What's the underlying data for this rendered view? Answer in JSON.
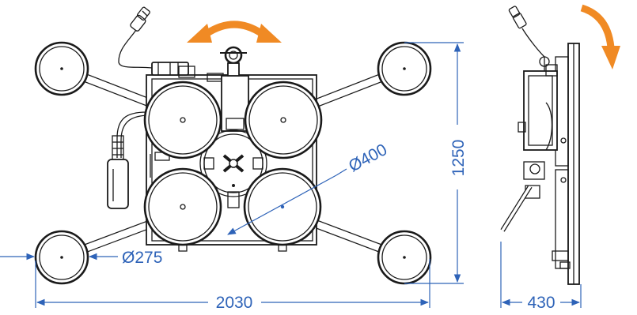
{
  "colors": {
    "dimension": "#2e63b8",
    "rotation_arrow": "#f08a24",
    "outline": "#1a1a1a",
    "background": "#ffffff"
  },
  "dimensions": {
    "overall_width": "2030",
    "overall_height": "1250",
    "side_depth": "430",
    "large_pad_diameter": "Ø400",
    "small_pad_diameter": "Ø275"
  },
  "icons": {
    "rotation_front": "curved-double-arrow-icon",
    "rotation_side": "curved-arrow-down-icon"
  }
}
